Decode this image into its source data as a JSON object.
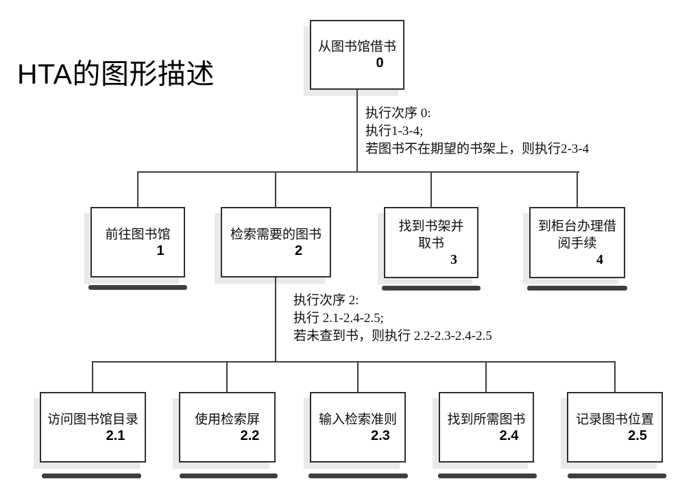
{
  "title": "HTA的图形描述",
  "colors": {
    "line": "#3c3c3c",
    "box_border": "#2e2e2e",
    "shadow": "#e9e9e9",
    "underline_bar": "#3f3f3f",
    "background": "#ffffff",
    "text": "#0d0d0d"
  },
  "tree": {
    "root": {
      "label": "从图书馆借书",
      "number": "0"
    },
    "level2": [
      {
        "label": "前往图书馆",
        "number": "1"
      },
      {
        "label": "检索需要的图书",
        "number": "2"
      },
      {
        "label": "找到书架并\n取书",
        "number": "3"
      },
      {
        "label": "到柜台办理借\n阅手续",
        "number": "4"
      }
    ],
    "level3": [
      {
        "label": "访问图书馆目录",
        "number": "2.1"
      },
      {
        "label": "使用检索屏",
        "number": "2.2"
      },
      {
        "label": "输入检索准则",
        "number": "2.3"
      },
      {
        "label": "找到所需图书",
        "number": "2.4"
      },
      {
        "label": "记录图书位置",
        "number": "2.5"
      }
    ]
  },
  "annotations": {
    "plan0": {
      "lines": [
        "执行次序 0:",
        "执行1-3-4;",
        "若图书不在期望的书架上，则执行2-3-4"
      ]
    },
    "plan2": {
      "lines": [
        "执行次序 2:",
        "执行 2.1-2.4-2.5;",
        "若未查到书，则执行 2.2-2.3-2.4-2.5"
      ]
    }
  }
}
